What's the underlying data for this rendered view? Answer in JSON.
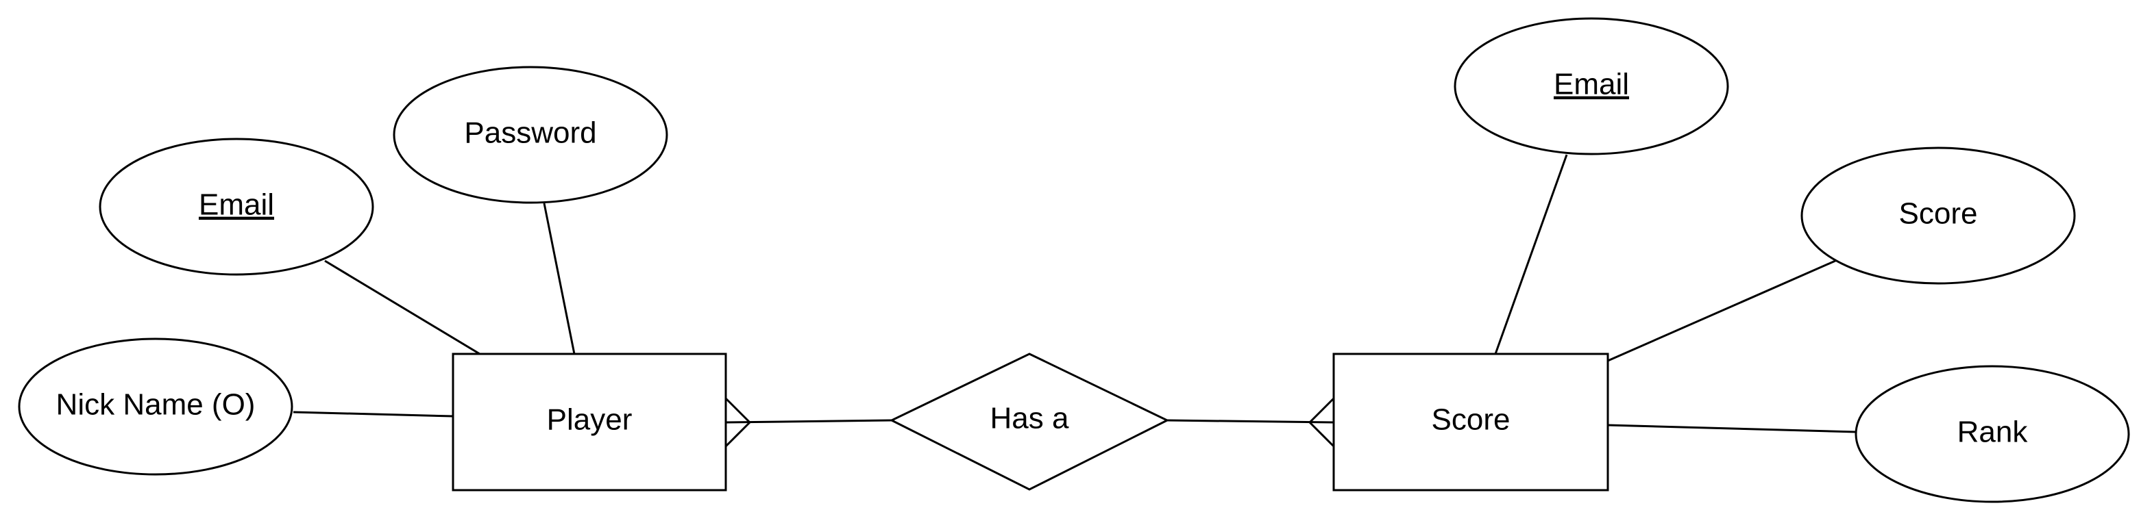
{
  "diagram": {
    "type": "er-diagram",
    "stroke_color": "#000000",
    "background": "#ffffff",
    "entities": {
      "player": {
        "label": "Player"
      },
      "score": {
        "label": "Score"
      }
    },
    "relationship": {
      "label": "Has a"
    },
    "attributes": {
      "player_email": {
        "label": "Email",
        "is_key": true
      },
      "player_password": {
        "label": "Password",
        "is_key": false
      },
      "player_nickname": {
        "label": "Nick Name (O)",
        "is_key": false
      },
      "score_email": {
        "label": "Email",
        "is_key": true
      },
      "score_score": {
        "label": "Score",
        "is_key": false
      },
      "score_rank": {
        "label": "Rank",
        "is_key": false
      }
    },
    "cardinality": {
      "player_side": "many",
      "score_side": "many"
    }
  }
}
